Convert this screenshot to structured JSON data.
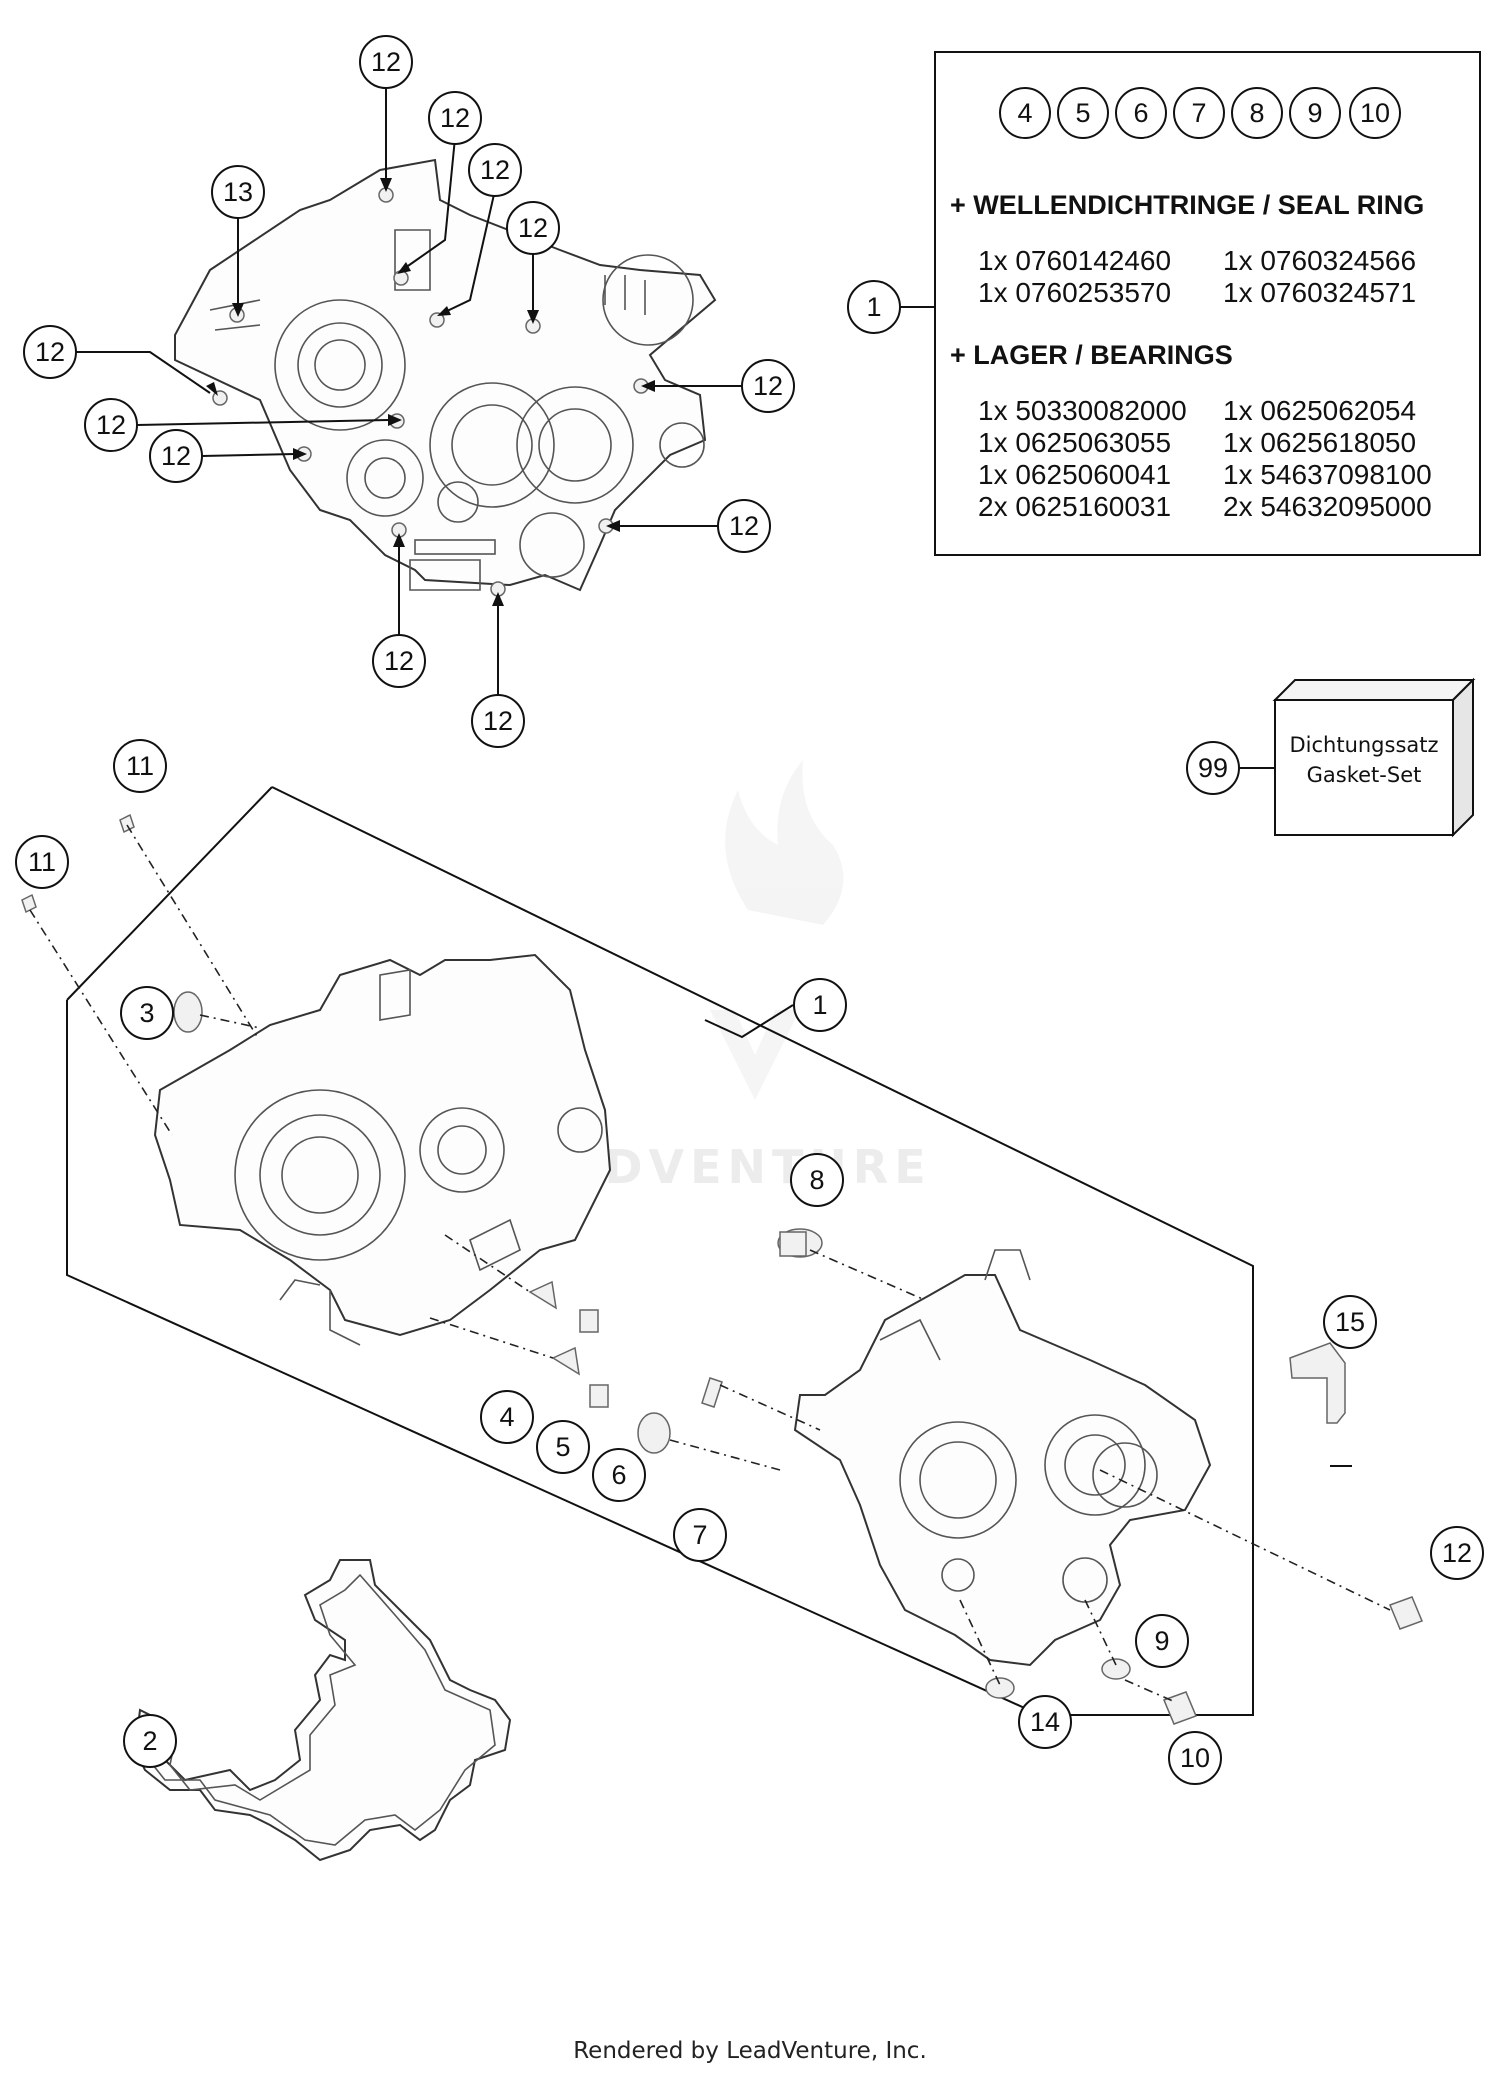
{
  "kit": {
    "circled_numbers": [
      "4",
      "5",
      "6",
      "7",
      "8",
      "9",
      "10"
    ],
    "seal_heading": "+ WELLENDICHTRINGE / SEAL RING",
    "seal_rows": [
      [
        "1x 0760142460",
        "1x 0760324566"
      ],
      [
        "1x 0760253570",
        "1x 0760324571"
      ]
    ],
    "bearing_heading": "+ LAGER / BEARINGS",
    "bearing_rows": [
      [
        "1x 50330082000",
        "1x 0625062054"
      ],
      [
        "1x 0625063055",
        "1x 0625618050"
      ],
      [
        "1x 0625060041",
        "1x 54637098100"
      ],
      [
        "2x 0625160031",
        "2x 54632095000"
      ]
    ],
    "callout": "1"
  },
  "gasket_set": {
    "line1": "Dichtungssatz",
    "line2": "Gasket-Set",
    "callout": "99"
  },
  "callouts": {
    "c1": "1",
    "c2": "2",
    "c3": "3",
    "c4": "4",
    "c5": "5",
    "c6": "6",
    "c7": "7",
    "c8": "8",
    "c9": "9",
    "c10": "10",
    "c11": "11",
    "c12": "12",
    "c13": "13",
    "c14": "14",
    "c15": "15"
  },
  "watermark": "LEADVENTURE",
  "footer": "Rendered by LeadVenture, Inc."
}
